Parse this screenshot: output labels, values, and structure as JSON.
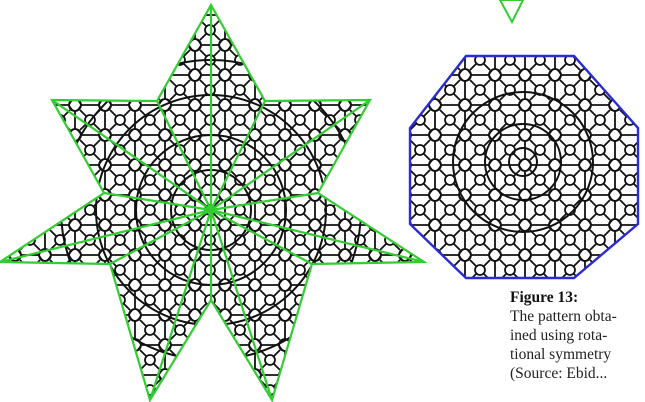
{
  "figure": {
    "number_label": "Figure 13:",
    "caption_lines": [
      "The pattern obta-",
      "ined using rota-",
      "tional symmetry",
      "(Source: Ebid..."
    ]
  },
  "colors": {
    "star_outline": "#33cc33",
    "octagon_outline": "#2b2bd6",
    "pattern": "#111111"
  }
}
